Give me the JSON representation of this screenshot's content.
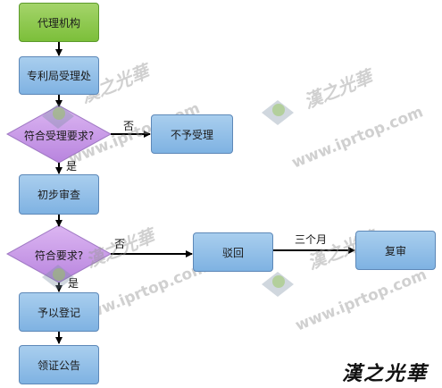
{
  "nodes": {
    "agency": "代理机构",
    "patent_office": "专利局受理处",
    "accept_check": "符合受理要求?",
    "not_accepted": "不予受理",
    "preliminary": "初步审查",
    "meets_check": "符合要求?",
    "rejected": "驳回",
    "reexam": "复审",
    "register": "予以登记",
    "announce": "领证公告"
  },
  "edges": {
    "no_1": "否",
    "yes_1": "是",
    "no_2": "否",
    "three_months": "三个月",
    "yes_2": "是"
  },
  "watermark": {
    "brand_cn": "漢之光華",
    "url": "www.iprtop.com"
  },
  "colors": {
    "box_fill": "#8fbce8",
    "box_border": "#5d88b8",
    "start_fill": "#8dc84c",
    "decision_fill": "#c79ee6",
    "arrow": "#000000"
  }
}
